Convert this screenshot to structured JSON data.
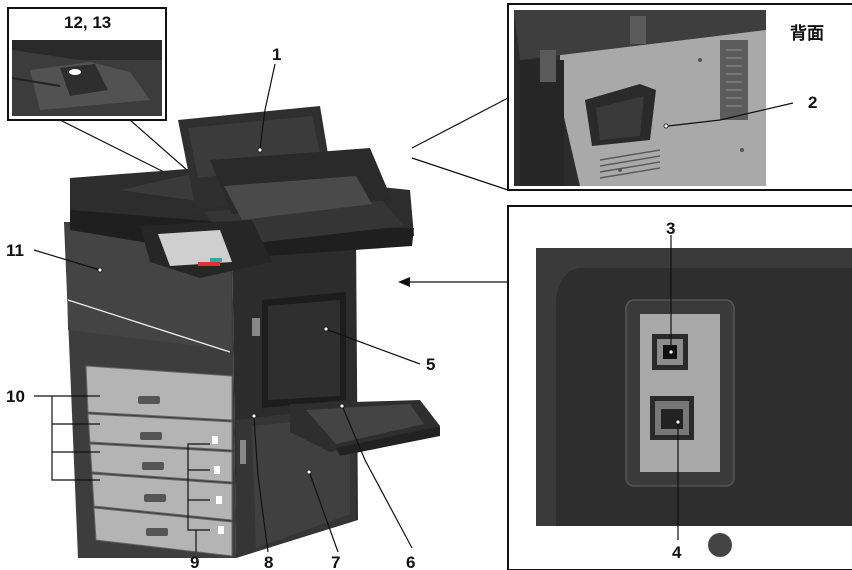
{
  "labels": {
    "l1": "1",
    "l2": "2",
    "l3": "3",
    "l4": "4",
    "l5": "5",
    "l6": "6",
    "l7": "7",
    "l8": "8",
    "l9": "9",
    "l10": "10",
    "l11": "11",
    "l12_13": "12, 13"
  },
  "rear_label": "背面",
  "colors": {
    "machine_body": "#3a3a3a",
    "machine_dark": "#222222",
    "panel_grey": "#bdbdbd",
    "rear_panel": "#a8a8a8",
    "outline": "#111111"
  }
}
